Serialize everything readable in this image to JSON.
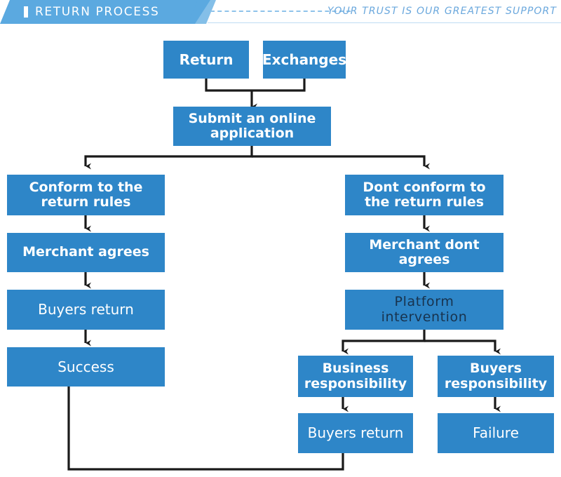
{
  "header": {
    "title": "RETURN PROCESS",
    "tagline": "YOUR TRUST IS OUR GREATEST SUPPORT",
    "bar_icon": "vertical-bar-icon",
    "banner_color": "#5ba9e0",
    "tagline_color": "#6ba8dd"
  },
  "theme": {
    "node_fill": "#2e86c8",
    "node_text": "#ffffff",
    "node_text_dark": "#18334e",
    "connector_color": "#1a1a1a",
    "background": "#ffffff"
  },
  "flow": {
    "nodes": [
      {
        "id": "return",
        "label": "Return"
      },
      {
        "id": "exchanges",
        "label": "Exchanges"
      },
      {
        "id": "submit",
        "label": "Submit an online application"
      },
      {
        "id": "conform",
        "label": "Conform to the return rules"
      },
      {
        "id": "merchant-agrees",
        "label": "Merchant agrees"
      },
      {
        "id": "buyers-return-left",
        "label": "Buyers return"
      },
      {
        "id": "success",
        "label": "Success"
      },
      {
        "id": "dont-conform",
        "label": "Dont conform to the return rules"
      },
      {
        "id": "merchant-dont-agrees",
        "label": "Merchant dont agrees"
      },
      {
        "id": "platform-intervention",
        "label": "Platform intervention"
      },
      {
        "id": "business-responsibility",
        "label": "Business responsibility"
      },
      {
        "id": "buyers-responsibility",
        "label": "Buyers responsibility"
      },
      {
        "id": "buyers-return-bottom",
        "label": "Buyers return"
      },
      {
        "id": "failure",
        "label": "Failure"
      }
    ],
    "edges": [
      {
        "from": "return",
        "to": "submit"
      },
      {
        "from": "exchanges",
        "to": "submit"
      },
      {
        "from": "submit",
        "to": "conform"
      },
      {
        "from": "submit",
        "to": "dont-conform"
      },
      {
        "from": "conform",
        "to": "merchant-agrees"
      },
      {
        "from": "merchant-agrees",
        "to": "buyers-return-left"
      },
      {
        "from": "buyers-return-left",
        "to": "success"
      },
      {
        "from": "dont-conform",
        "to": "merchant-dont-agrees"
      },
      {
        "from": "merchant-dont-agrees",
        "to": "platform-intervention"
      },
      {
        "from": "platform-intervention",
        "to": "business-responsibility"
      },
      {
        "from": "platform-intervention",
        "to": "buyers-responsibility"
      },
      {
        "from": "business-responsibility",
        "to": "buyers-return-bottom"
      },
      {
        "from": "buyers-responsibility",
        "to": "failure"
      },
      {
        "from": "buyers-return-bottom",
        "to": "success"
      }
    ]
  }
}
